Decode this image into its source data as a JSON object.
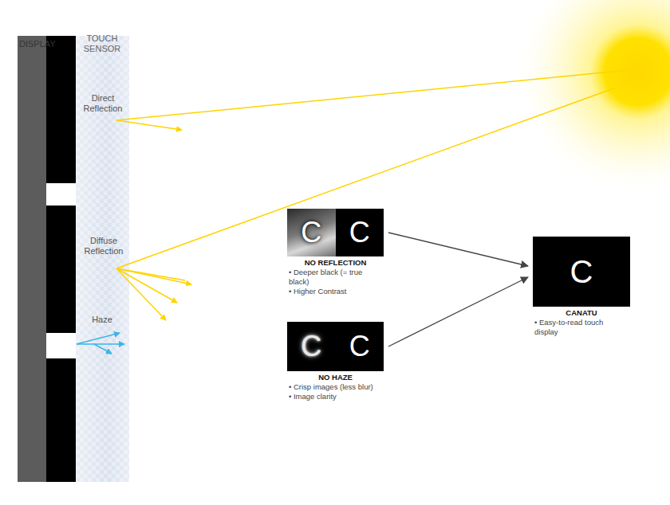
{
  "diagram": {
    "nodes": [
      {
        "text": [
          "C",
          "C",
          "NO REFLECTION",
          "• Deeper black (= true black)",
          "• Higher Contrast"
        ]
      },
      {
        "text": [
          "C",
          "C",
          "NO HAZE",
          "• Crisp images (less blur)",
          "• Image clarity"
        ]
      },
      {
        "text": [
          "C",
          "CANATU",
          "• Easy-to-read touch display"
        ]
      }
    ],
    "edges": [
      {
        "from": 0,
        "to": 2,
        "arrow": "to"
      },
      {
        "from": 1,
        "to": 2,
        "arrow": "to"
      }
    ],
    "labels": [
      "DISPLAY",
      "TOUCH SENSOR",
      "Direct Reflection",
      "Diffuse Reflection",
      "Haze"
    ]
  }
}
